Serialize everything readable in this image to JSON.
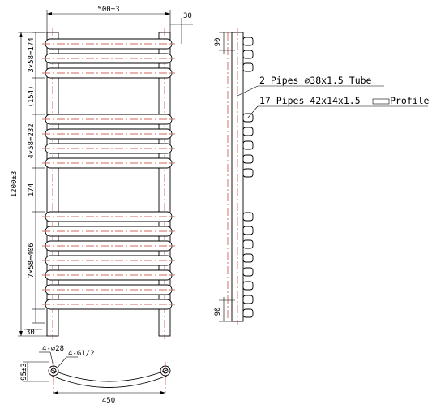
{
  "dimensions": {
    "overall_width": "500±3",
    "offset_top_right": "30",
    "overall_height": "1200±3",
    "section_top": "3×58=174",
    "gap_upper": "(154)",
    "section_middle": "4×58=232",
    "gap_lower": "174",
    "section_bottom": "7×58=406",
    "offset_bottom": "30",
    "side_top": "90",
    "side_bottom": "90",
    "plan_hole": "4-⌀28",
    "plan_thread": "4-G1/2",
    "plan_depth": "95±3",
    "plan_centers": "450"
  },
  "callouts": {
    "vertical_pipes": "2 Pipes ⌀38x1.5 Tube",
    "horizontal_pipes": "17 Pipes 42x14x1.5",
    "profile_suffix": "Profile"
  },
  "construction": {
    "vertical_pipe_count": 2,
    "horizontal_pipe_count": 17,
    "groups": [
      3,
      4,
      7
    ]
  },
  "colors": {
    "line": "#000000",
    "centerline": "#c0392b"
  }
}
